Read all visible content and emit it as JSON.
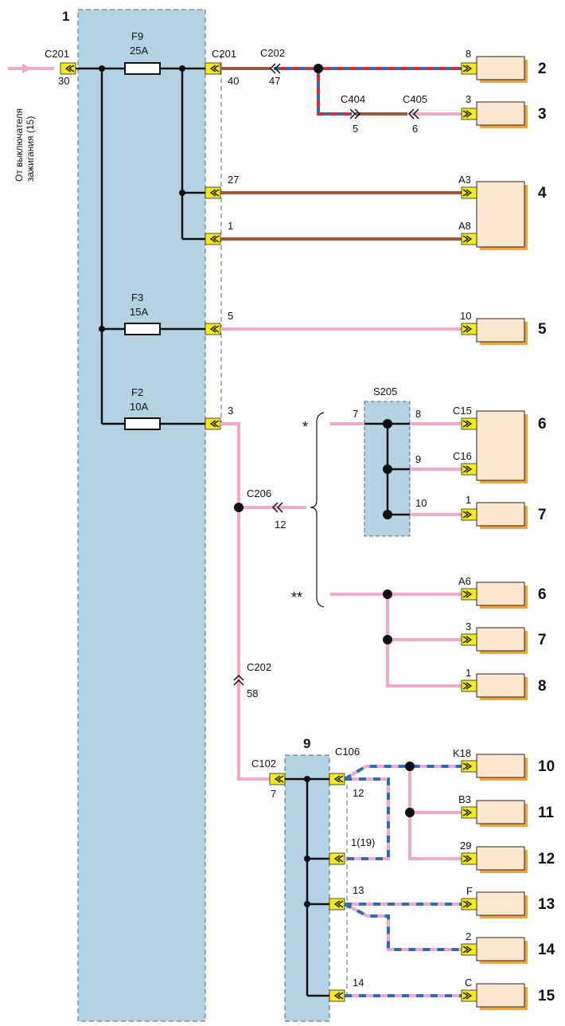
{
  "source": {
    "line1": "От выключателя",
    "line2": "зажигания (15)"
  },
  "block1": {
    "number": "1",
    "fuses": [
      {
        "name": "F9",
        "rating": "25A"
      },
      {
        "name": "F3",
        "rating": "15A"
      },
      {
        "name": "F2",
        "rating": "10A"
      }
    ],
    "connector_in": {
      "name": "C201",
      "pin": "30"
    },
    "connector_out": {
      "name": "C201"
    },
    "pins": {
      "p40": "40",
      "p27": "27",
      "p1": "1",
      "p5": "5",
      "p3": "3"
    }
  },
  "inline_connectors": {
    "c202a": {
      "name": "C202",
      "pin": "47"
    },
    "c404": {
      "name": "C404",
      "pin": "5"
    },
    "c405": {
      "name": "C405",
      "pin": "6"
    },
    "c206": {
      "name": "C206",
      "pin": "12"
    },
    "c202b": {
      "name": "C202",
      "pin": "58"
    },
    "c102": {
      "name": "C102",
      "pin": "7"
    }
  },
  "splice": {
    "name": "S205",
    "pins": {
      "in": "7",
      "o1": "8",
      "o2": "9",
      "o3": "10"
    }
  },
  "variants": {
    "v1": "*",
    "v2": "**"
  },
  "block9": {
    "number": "9",
    "connector": "C106",
    "pins": {
      "p12": "12",
      "p1_19": "1(19)",
      "p13": "13",
      "p14": "14"
    }
  },
  "components": {
    "c2": {
      "number": "2",
      "pin": "8"
    },
    "c3": {
      "number": "3",
      "pin": "3"
    },
    "c4": {
      "number": "4",
      "pin_a": "A3",
      "pin_b": "A8"
    },
    "c5": {
      "number": "5",
      "pin": "10"
    },
    "c6a": {
      "number": "6",
      "pin_a": "C15",
      "pin_b": "C16"
    },
    "c7a": {
      "number": "7",
      "pin": "1"
    },
    "c6b": {
      "number": "6",
      "pin": "A6"
    },
    "c7b": {
      "number": "7",
      "pin": "3"
    },
    "c8": {
      "number": "8",
      "pin": "1"
    },
    "c10": {
      "number": "10",
      "pin": "K18"
    },
    "c11": {
      "number": "11",
      "pin": "B3"
    },
    "c12": {
      "number": "12",
      "pin": "29"
    },
    "c13": {
      "number": "13",
      "pin": "F"
    },
    "c14": {
      "number": "14",
      "pin": "2"
    },
    "c15": {
      "number": "15",
      "pin": "C"
    }
  },
  "colors": {
    "block_fill": "#b3d3e3",
    "component_fill": "#fde6cf",
    "component_shadow": "#f2a43a",
    "connector_yellow": "#f5ea1b",
    "wire_pink": "#f2a9cc",
    "wire_brown": "#9c5a3a",
    "wire_red": "#e8272e",
    "wire_blue": "#2f6cb6",
    "wire_black": "#111111"
  }
}
